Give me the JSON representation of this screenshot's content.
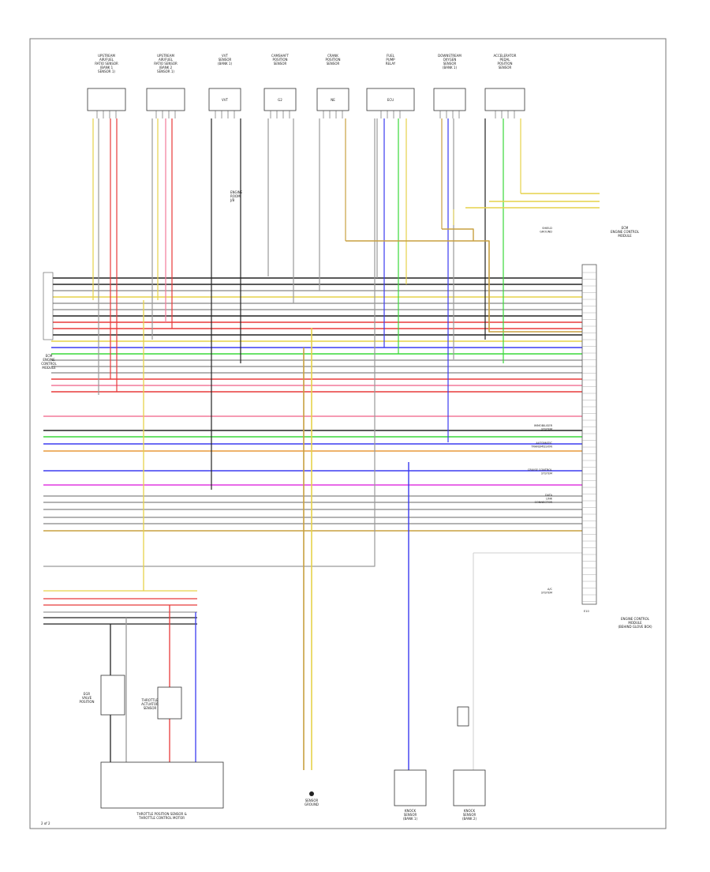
{
  "diagram": {
    "page_label": "2 of 2",
    "top_components": [
      {
        "key": "c1",
        "lines": [
          "UPSTREAM",
          "AIR/FUEL",
          "RATIO SENSOR",
          "(BANK 1",
          "SENSOR 1)"
        ]
      },
      {
        "key": "c2",
        "lines": [
          "UPSTREAM",
          "AIR/FUEL",
          "RATIO SENSOR",
          "(BANK 2",
          "SENSOR 1)"
        ]
      },
      {
        "key": "c3",
        "lines": [
          "VVT",
          "SENSOR",
          "(BANK 1)"
        ],
        "box": "VVT"
      },
      {
        "key": "c4",
        "lines": [
          "CAMSHAFT",
          "POSITION",
          "SENSOR"
        ],
        "box": "G2"
      },
      {
        "key": "c5",
        "lines": [
          "CRANK",
          "POSITION",
          "SENSOR"
        ],
        "box": "NE"
      },
      {
        "key": "c6",
        "lines": [
          "FUEL",
          "PUMP",
          "RELAY"
        ],
        "box": "ECU"
      },
      {
        "key": "c7",
        "lines": [
          "DOWNSTREAM",
          "OXYGEN",
          "SENSOR",
          "(BANK 1)"
        ]
      },
      {
        "key": "c8",
        "lines": [
          "ACCELERATOR",
          "PEDAL",
          "POSITION",
          "SENSOR"
        ]
      }
    ],
    "right_block_title": [
      "ECM",
      "ENGINE CONTROL",
      "MODULE"
    ],
    "right_block_footer": [
      "ENGINE CONTROL",
      "MODULE",
      "(BEHIND GLOVE BOX)"
    ],
    "right_side_labels": [
      {
        "key": "r1",
        "lines": [
          "SHIELD",
          "GROUND"
        ]
      },
      {
        "key": "r2",
        "lines": [
          "IMMOBILISER",
          "SYSTEM"
        ]
      },
      {
        "key": "r3",
        "lines": [
          "AUTOMATIC",
          "TRANSMISSION"
        ]
      },
      {
        "key": "r4",
        "lines": [
          "CRUISE CONTROL",
          "SYSTEM"
        ]
      },
      {
        "key": "r5",
        "lines": [
          "DATA",
          "LINK",
          "CONNECTOR"
        ]
      },
      {
        "key": "r6",
        "lines": [
          "A/C",
          "SYSTEM"
        ]
      }
    ],
    "left_labels": [
      {
        "key": "l1",
        "lines": [
          "ECM",
          "ENGINE",
          "CONTROL",
          "MODULE"
        ]
      }
    ],
    "bottom_components": [
      {
        "key": "b1",
        "lines": [
          "THROTTLE POSITION SENSOR &",
          "THROTTLE CONTROL MOTOR"
        ]
      },
      {
        "key": "b2",
        "lines": [
          "EGR",
          "VALVE",
          "POSITION"
        ]
      },
      {
        "key": "b3",
        "lines": [
          "KNOCK",
          "SENSOR",
          "(BANK 1)"
        ]
      },
      {
        "key": "b4",
        "lines": [
          "KNOCK",
          "SENSOR",
          "(BANK 2)"
        ]
      }
    ],
    "mid_labels": [
      {
        "key": "m1",
        "lines": [
          "ENGINE",
          "ROOM",
          "J/B"
        ]
      },
      {
        "key": "m2",
        "lines": [
          "SENSOR",
          "GROUND"
        ]
      },
      {
        "key": "m3",
        "lines": [
          "THROTTLE",
          "ACTUATOR",
          "SENSOR"
        ]
      }
    ],
    "connector_code": "E10",
    "wire_colors": {
      "yellow": "#e6d24a",
      "red": "#e83a3a",
      "pink": "#f27a9a",
      "blue": "#3b3bf0",
      "orange": "#e89a3a",
      "green": "#3ad83a",
      "magenta": "#e03ae0",
      "black": "#222222",
      "gray": "#9a9a9a",
      "tan": "#c8a040",
      "light_gray": "#cfcfcf"
    }
  }
}
